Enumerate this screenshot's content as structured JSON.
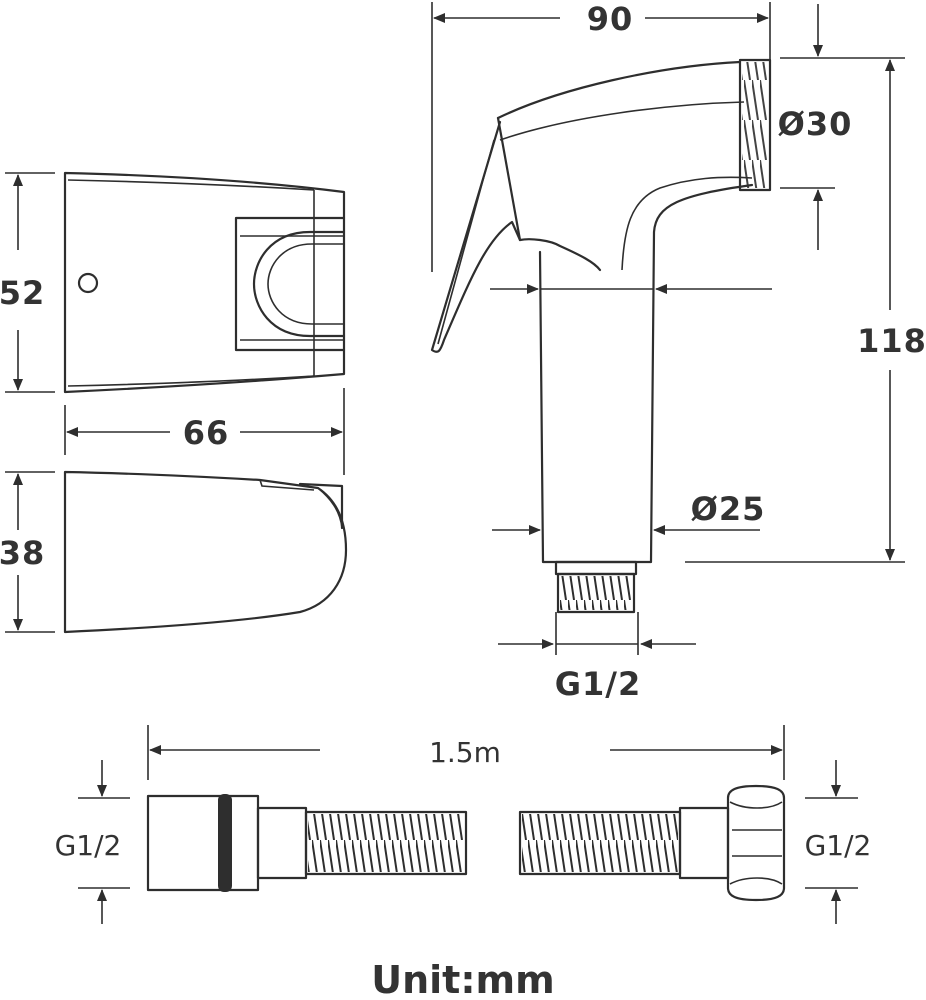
{
  "dimensions": {
    "sprayer_width": "90",
    "nozzle_diameter": "Ø30",
    "sprayer_height": "118",
    "handle_diameter": "Ø25",
    "sprayer_thread": "G1/2",
    "holder_height": "52",
    "holder_width": "66",
    "holder_depth": "38",
    "hose_length": "1.5m",
    "hose_thread_left": "G1/2",
    "hose_thread_right": "G1/2"
  },
  "footer": {
    "unit_label": "Unit:mm"
  },
  "colors": {
    "line": "#2e2e2e",
    "text": "#333333",
    "background": "#ffffff"
  }
}
